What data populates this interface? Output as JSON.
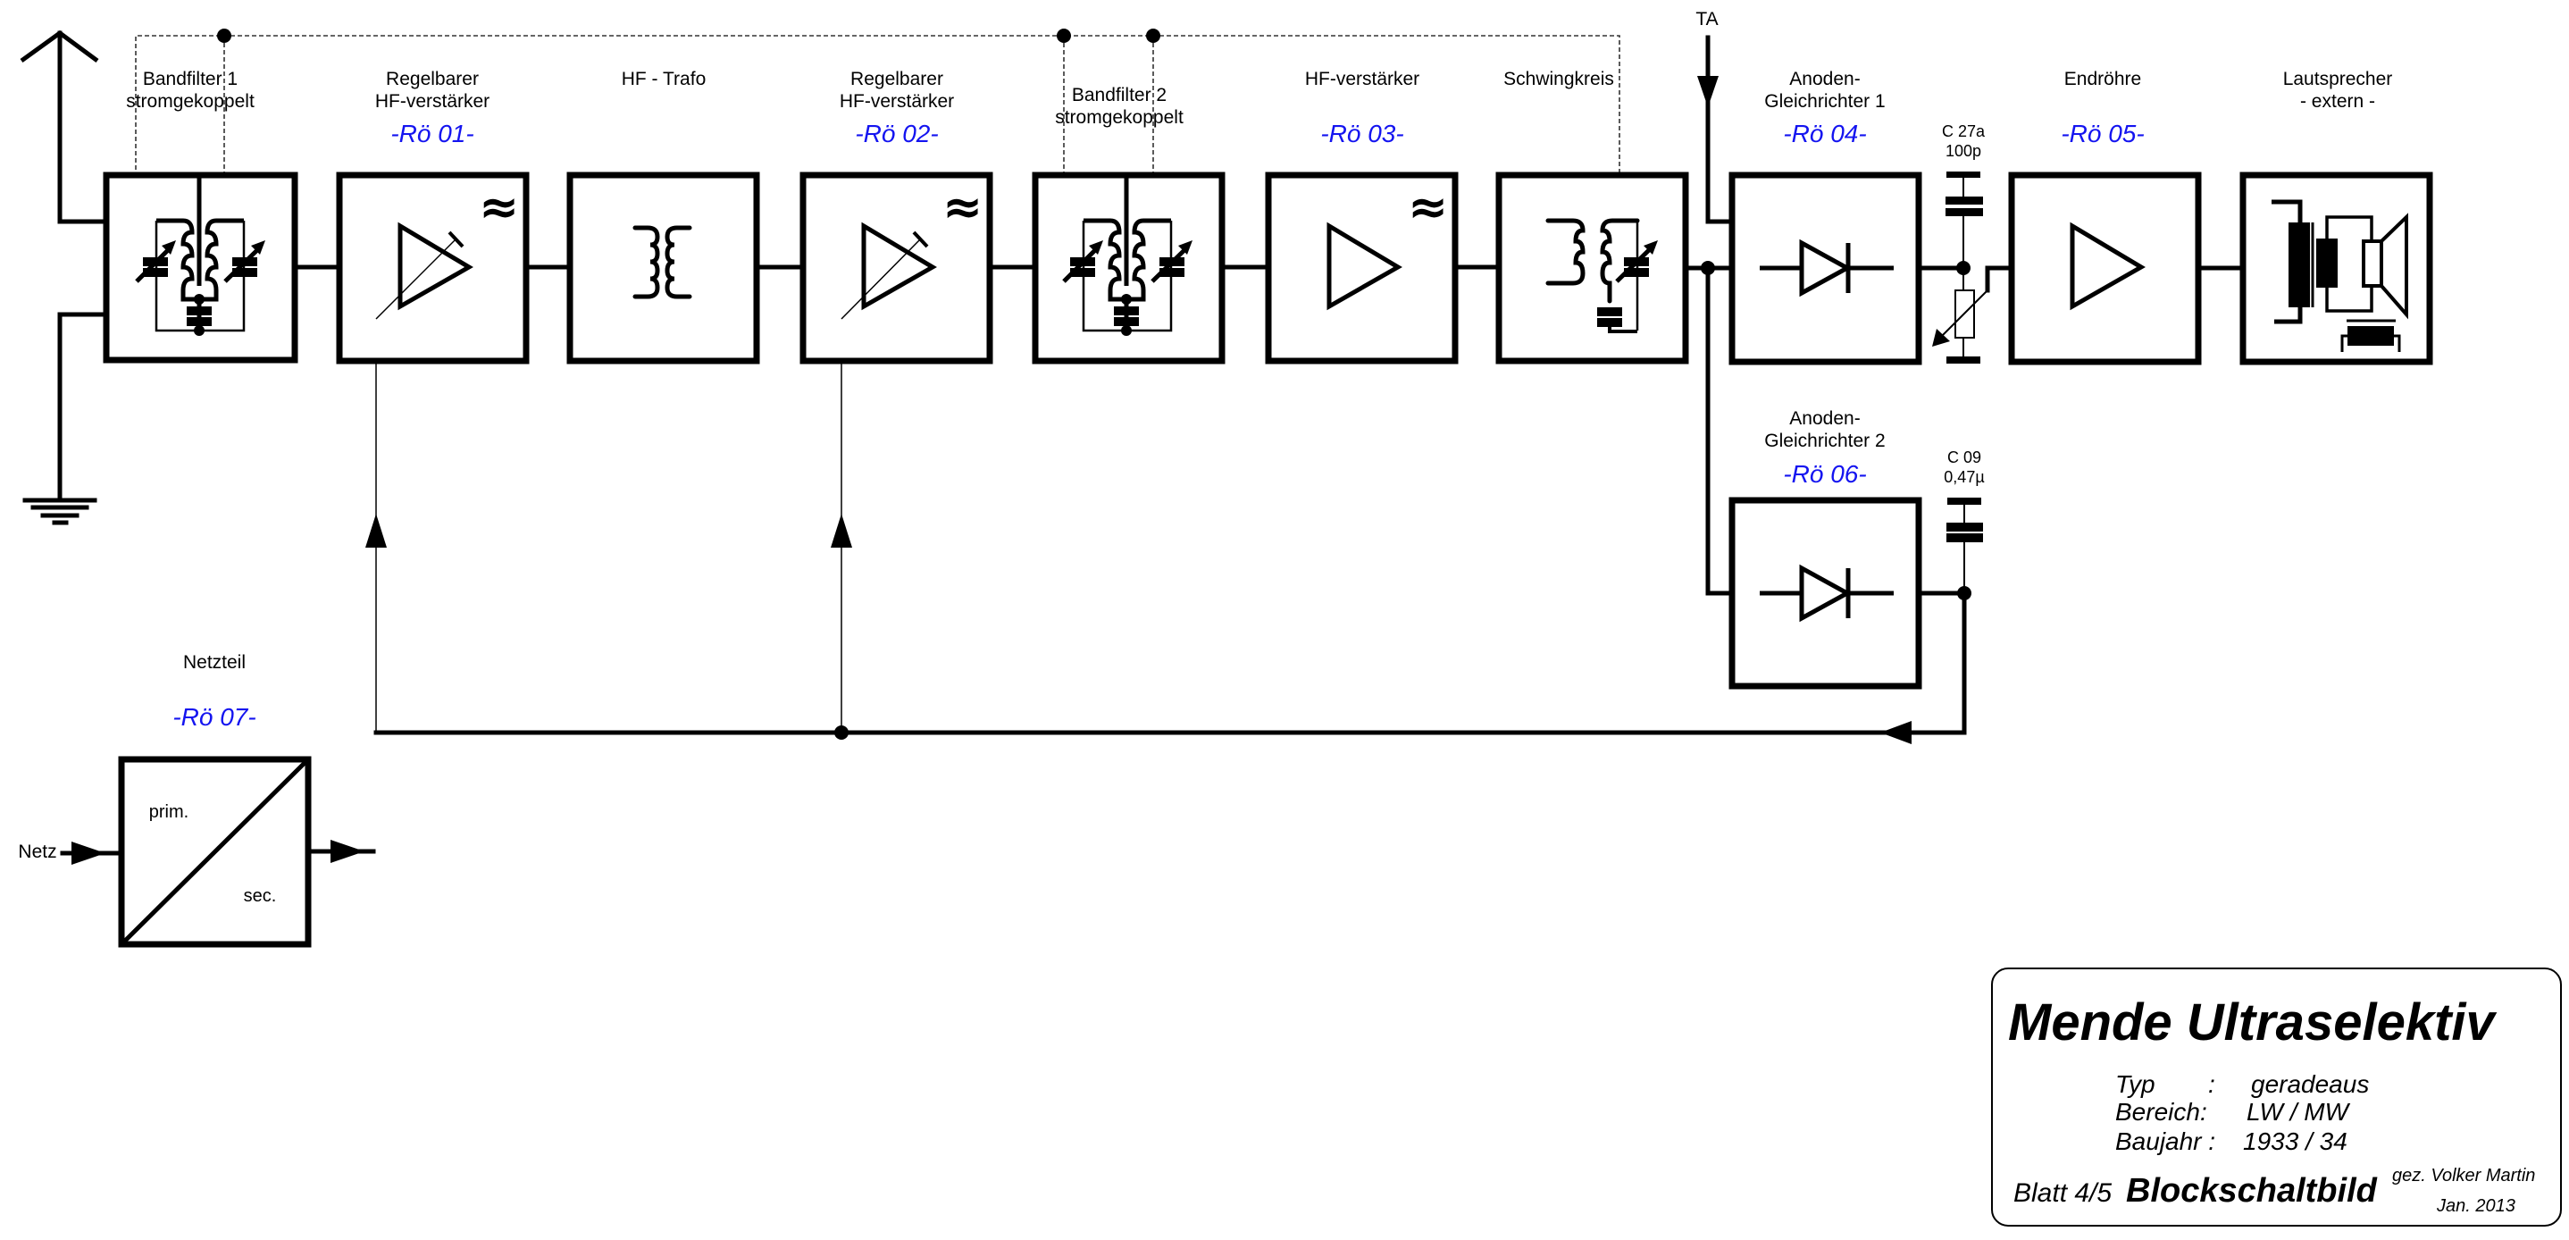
{
  "diagram": {
    "type": "block-diagram",
    "subject": "radio receiver signal chain",
    "tube_color": "#1414f0"
  },
  "blocks": {
    "bandfilter1": {
      "label_line1": "Bandfilter 1",
      "label_line2": "stromgekoppelt",
      "symbol": "coupled-bandpass-filter"
    },
    "hf_amp1": {
      "label_line1": "Regelbarer",
      "label_line2": "HF-verstärker",
      "tube": "-Rö 01-",
      "symbol": "variable-amplifier",
      "hf_mark": "≈"
    },
    "hf_trafo": {
      "label": "HF - Trafo",
      "symbol": "transformer"
    },
    "hf_amp2": {
      "label_line1": "Regelbarer",
      "label_line2": "HF-verstärker",
      "tube": "-Rö 02-",
      "symbol": "variable-amplifier",
      "hf_mark": "≈"
    },
    "bandfilter2": {
      "label_line1": "Bandfilter 2",
      "label_line2": "stromgekoppelt",
      "symbol": "coupled-bandpass-filter"
    },
    "hf_amp3": {
      "label": "HF-verstärker",
      "tube": "-Rö 03-",
      "symbol": "amplifier",
      "hf_mark": "≈"
    },
    "schwingkreis": {
      "label": "Schwingkreis",
      "symbol": "tuned-circuit"
    },
    "rectifier1": {
      "label_line1": "Anoden-",
      "label_line2": "Gleichrichter 1",
      "tube": "-Rö 04-",
      "symbol": "diode"
    },
    "output_tube": {
      "label": "Endröhre",
      "tube": "-Rö 05-",
      "symbol": "amplifier"
    },
    "speaker": {
      "label_line1": "Lautsprecher",
      "label_line2": "- extern -",
      "symbol": "loudspeaker"
    },
    "rectifier2": {
      "label_line1": "Anoden-",
      "label_line2": "Gleichrichter 2",
      "tube": "-Rö 06-",
      "symbol": "diode"
    },
    "power_supply": {
      "label": "Netzteil",
      "tube": "-Rö 07-",
      "primary": "prim.",
      "secondary": "sec.",
      "input": "Netz",
      "symbol": "converter"
    }
  },
  "components": {
    "c27a": {
      "name": "C 27a",
      "value": "100p"
    },
    "c09": {
      "name": "C 09",
      "value": "0,47µ"
    },
    "ta": {
      "label": "TA"
    }
  },
  "icons": {
    "antenna": "antenna-icon",
    "ground": "ground-icon",
    "amplifier": "amplifier-triangle-icon",
    "diode": "diode-icon",
    "speaker": "speaker-icon"
  },
  "title_block": {
    "title": "Mende Ultraselektiv",
    "specs": [
      {
        "key": "Typ",
        "sep": ":",
        "value": "geradeaus"
      },
      {
        "key": "Bereich:",
        "sep": "",
        "value": "LW / MW"
      },
      {
        "key": "Baujahr :",
        "sep": "",
        "value": "1933 / 34"
      }
    ],
    "sheet": "Blatt 4/5",
    "subtitle": "Blockschaltbild",
    "author": "gez. Volker Martin",
    "date": "Jan. 2013"
  }
}
